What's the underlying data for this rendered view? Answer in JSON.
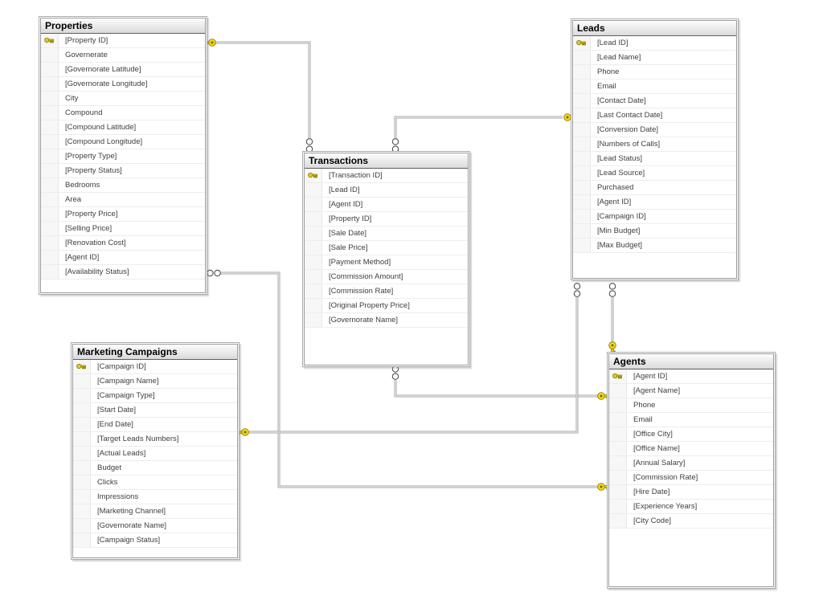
{
  "diagram": {
    "background_color": "#FFFFFF",
    "line_color": "#A6A6A6",
    "key_icon_color": "#F6DC12",
    "tables": [
      {
        "name": "Properties",
        "fields": [
          {
            "label": "[Property ID]",
            "pk": true
          },
          {
            "label": "Governerate"
          },
          {
            "label": "[Governorate Latitude]"
          },
          {
            "label": "[Governorate Longitude]"
          },
          {
            "label": "City"
          },
          {
            "label": "Compound"
          },
          {
            "label": "[Compound Latitude]"
          },
          {
            "label": "[Compound Longitude]"
          },
          {
            "label": "[Property Type]"
          },
          {
            "label": "[Property Status]"
          },
          {
            "label": "Bedrooms"
          },
          {
            "label": "Area"
          },
          {
            "label": "[Property Price]"
          },
          {
            "label": "[Selling Price]"
          },
          {
            "label": "[Renovation Cost]"
          },
          {
            "label": "[Agent ID]"
          },
          {
            "label": "[Availability Status]"
          }
        ]
      },
      {
        "name": "Transactions",
        "fields": [
          {
            "label": "[Transaction ID]",
            "pk": true
          },
          {
            "label": "[Lead ID]"
          },
          {
            "label": "[Agent ID]"
          },
          {
            "label": "[Property ID]"
          },
          {
            "label": "[Sale Date]"
          },
          {
            "label": "[Sale Price]"
          },
          {
            "label": "[Payment Method]"
          },
          {
            "label": "[Commission Amount]"
          },
          {
            "label": "[Commission Rate]"
          },
          {
            "label": "[Original Property Price]"
          },
          {
            "label": "[Governorate Name]"
          }
        ]
      },
      {
        "name": "Leads",
        "fields": [
          {
            "label": "[Lead ID]",
            "pk": true
          },
          {
            "label": "[Lead Name]"
          },
          {
            "label": "Phone"
          },
          {
            "label": "Email"
          },
          {
            "label": "[Contact Date]"
          },
          {
            "label": "[Last Contact Date]"
          },
          {
            "label": "[Conversion Date]"
          },
          {
            "label": "[Numbers of Calls]"
          },
          {
            "label": "[Lead Status]"
          },
          {
            "label": "[Lead Source]"
          },
          {
            "label": "Purchased"
          },
          {
            "label": "[Agent ID]"
          },
          {
            "label": "[Campaign ID]"
          },
          {
            "label": "[Min Budget]"
          },
          {
            "label": "[Max Budget]"
          }
        ]
      },
      {
        "name": "Marketing Campaigns",
        "fields": [
          {
            "label": "[Campaign ID]",
            "pk": true
          },
          {
            "label": "[Campaign Name]"
          },
          {
            "label": "[Campaign Type]"
          },
          {
            "label": "[Start Date]"
          },
          {
            "label": "[End Date]"
          },
          {
            "label": "[Target Leads Numbers]"
          },
          {
            "label": "[Actual Leads]"
          },
          {
            "label": "Budget"
          },
          {
            "label": "Clicks"
          },
          {
            "label": "Impressions"
          },
          {
            "label": "[Marketing Channel]"
          },
          {
            "label": "[Governorate Name]"
          },
          {
            "label": "[Campaign Status]"
          }
        ]
      },
      {
        "name": "Agents",
        "fields": [
          {
            "label": "[Agent ID]",
            "pk": true
          },
          {
            "label": "[Agent Name]"
          },
          {
            "label": "Phone"
          },
          {
            "label": "Email"
          },
          {
            "label": "[Office City]"
          },
          {
            "label": "[Office Name]"
          },
          {
            "label": "[Annual Salary]"
          },
          {
            "label": "[Commission Rate]"
          },
          {
            "label": "[Hire Date]"
          },
          {
            "label": "[Experience Years]"
          },
          {
            "label": "[City Code]"
          }
        ]
      }
    ],
    "relationships": [
      {
        "one_side": "Properties",
        "many_side": "Transactions"
      },
      {
        "one_side": "Leads",
        "many_side": "Transactions"
      },
      {
        "one_side": "Agents",
        "many_side": "Transactions"
      },
      {
        "one_side": "Agents",
        "many_side": "Properties"
      },
      {
        "one_side": "Marketing Campaigns",
        "many_side": "Leads"
      },
      {
        "one_side": "Agents",
        "many_side": "Leads"
      }
    ]
  }
}
